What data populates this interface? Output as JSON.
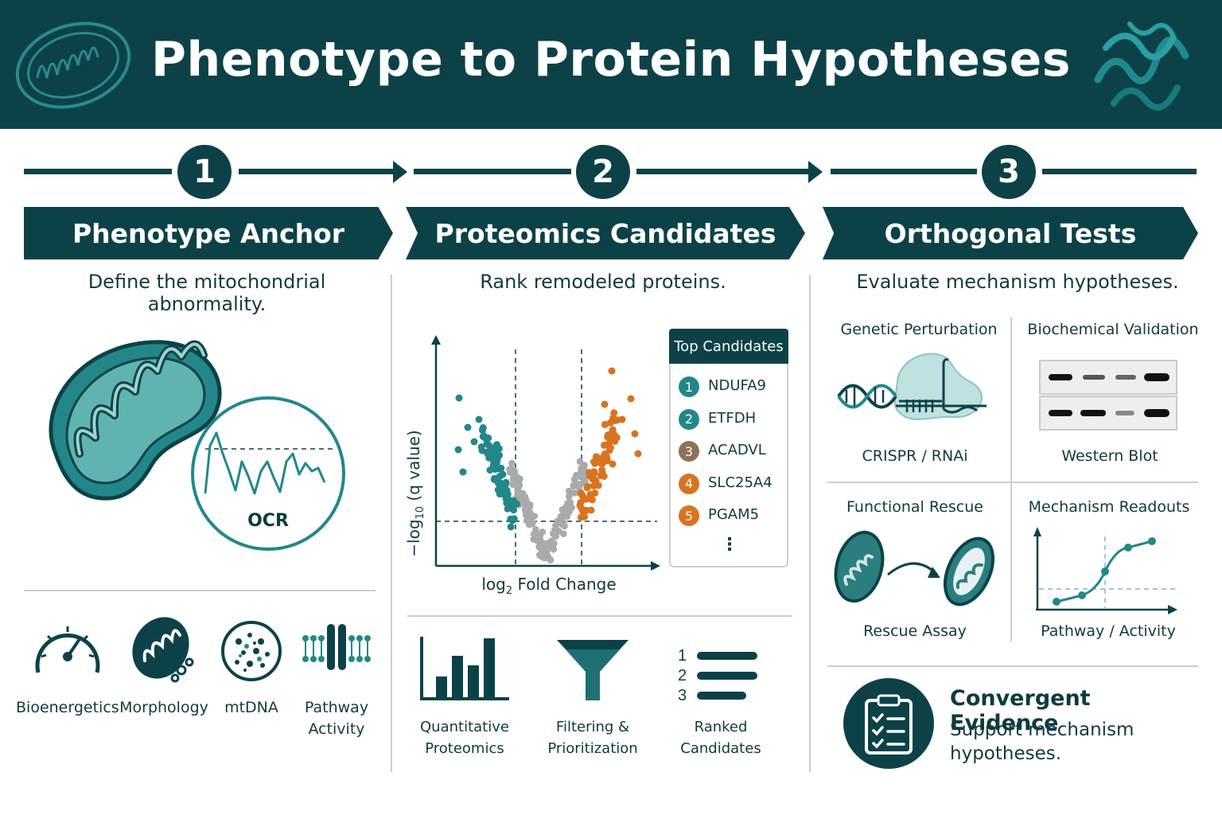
{
  "header": {
    "title": "Phenotype to Protein Hypotheses",
    "left_icon": "mitochondrion-outline-icon",
    "right_icon": "protein-ribbon-icon"
  },
  "colors": {
    "primary": "#0c4247",
    "teal": "#23878a",
    "orange": "#d9731f",
    "gray": "#a9abab",
    "brown": "#8c7256"
  },
  "steps": [
    {
      "number": "1",
      "title": "Phenotype Anchor",
      "subtitle_line1": "Define the mitochondrial",
      "subtitle_line2": "abnormality."
    },
    {
      "number": "2",
      "title": "Proteomics Candidates",
      "subtitle": "Rank remodeled proteins."
    },
    {
      "number": "3",
      "title": "Orthogonal Tests",
      "subtitle": "Evaluate mechanism hypotheses."
    }
  ],
  "step1": {
    "ocr_label": "OCR",
    "features": [
      {
        "label": "Bioenergetics",
        "icon": "gauge-icon"
      },
      {
        "label": "Morphology",
        "icon": "mitochondrion-icon"
      },
      {
        "label": "mtDNA",
        "icon": "mtdna-dots-icon"
      },
      {
        "label_line1": "Pathway",
        "label_line2": "Activity",
        "icon": "membrane-pathway-icon"
      }
    ]
  },
  "step2": {
    "volcano": {
      "ylabel_prefix": "−log",
      "ylabel_sub": "10",
      "ylabel_suffix": " (q value)",
      "xlabel_prefix": "log",
      "xlabel_sub": "2",
      "xlabel_suffix": " Fold Change"
    },
    "top_candidates": {
      "title": "Top Candidates",
      "items": [
        {
          "rank": "1",
          "name": "NDUFA9",
          "color": "#23878a"
        },
        {
          "rank": "2",
          "name": "ETFDH",
          "color": "#23878a"
        },
        {
          "rank": "3",
          "name": "ACADVL",
          "color": "#8c7256"
        },
        {
          "rank": "4",
          "name": "SLC25A4",
          "color": "#d9731f"
        },
        {
          "rank": "5",
          "name": "PGAM5",
          "color": "#d9731f"
        }
      ],
      "more": "⋮"
    },
    "workflow": [
      {
        "line1": "Quantitative",
        "line2": "Proteomics",
        "icon": "bar-chart-icon"
      },
      {
        "line1": "Filtering &",
        "line2": "Prioritization",
        "icon": "funnel-icon"
      },
      {
        "line1": "Ranked",
        "line2": "Candidates",
        "icon": "ranked-list-icon",
        "ranks": [
          "1",
          "2",
          "3"
        ]
      }
    ]
  },
  "step3": {
    "panels": [
      {
        "title": "Genetic Perturbation",
        "caption": "CRISPR / RNAi",
        "icon": "dna-crispr-icon"
      },
      {
        "title": "Biochemical Validation",
        "caption": "Western Blot",
        "icon": "western-blot-icon"
      },
      {
        "title": "Functional Rescue",
        "caption": "Rescue Assay",
        "icon": "rescue-mitochondria-icon"
      },
      {
        "title": "Mechanism Readouts",
        "caption": "Pathway / Activity",
        "icon": "sigmoid-curve-icon"
      }
    ],
    "convergent": {
      "title": "Convergent Evidence",
      "line1": "Support mechanism",
      "line2": "hypotheses.",
      "icon": "clipboard-checklist-icon"
    }
  }
}
